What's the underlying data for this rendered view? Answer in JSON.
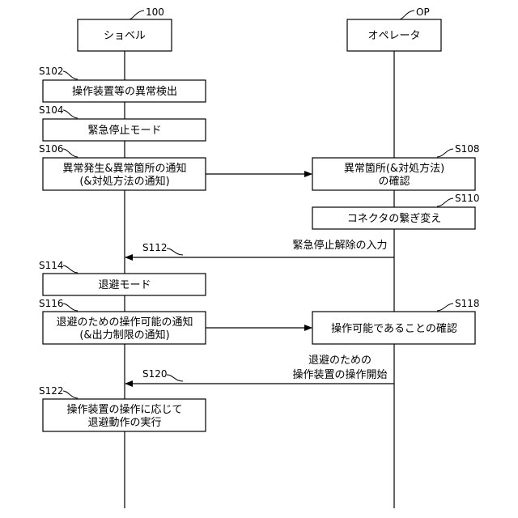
{
  "actors": {
    "excavator": {
      "label": "ショベル",
      "ref": "100"
    },
    "operator": {
      "label": "オペレータ",
      "ref": "OP"
    }
  },
  "steps": {
    "s102": {
      "id": "S102",
      "lines": [
        "操作装置等の異常検出"
      ]
    },
    "s104": {
      "id": "S104",
      "lines": [
        "緊急停止モード"
      ]
    },
    "s106": {
      "id": "S106",
      "lines": [
        "異常発生&異常箇所の通知",
        "(&対処方法の通知)"
      ]
    },
    "s108": {
      "id": "S108",
      "lines": [
        "異常箇所(&対処方法)",
        "の確認"
      ]
    },
    "s110": {
      "id": "S110",
      "lines": [
        "コネクタの繋ぎ変え"
      ]
    },
    "s112": {
      "id": "S112",
      "lines": [
        "緊急停止解除の入力"
      ]
    },
    "s114": {
      "id": "S114",
      "lines": [
        "退避モード"
      ]
    },
    "s116": {
      "id": "S116",
      "lines": [
        "退避のための操作可能の通知",
        "(&出力制限の通知)"
      ]
    },
    "s118": {
      "id": "S118",
      "lines": [
        "操作可能であることの確認"
      ]
    },
    "s120": {
      "id": "S120",
      "lines": [
        "退避のための",
        "操作装置の操作開始"
      ]
    },
    "s122": {
      "id": "S122",
      "lines": [
        "操作装置の操作に応じて",
        "退避動作の実行"
      ]
    }
  }
}
